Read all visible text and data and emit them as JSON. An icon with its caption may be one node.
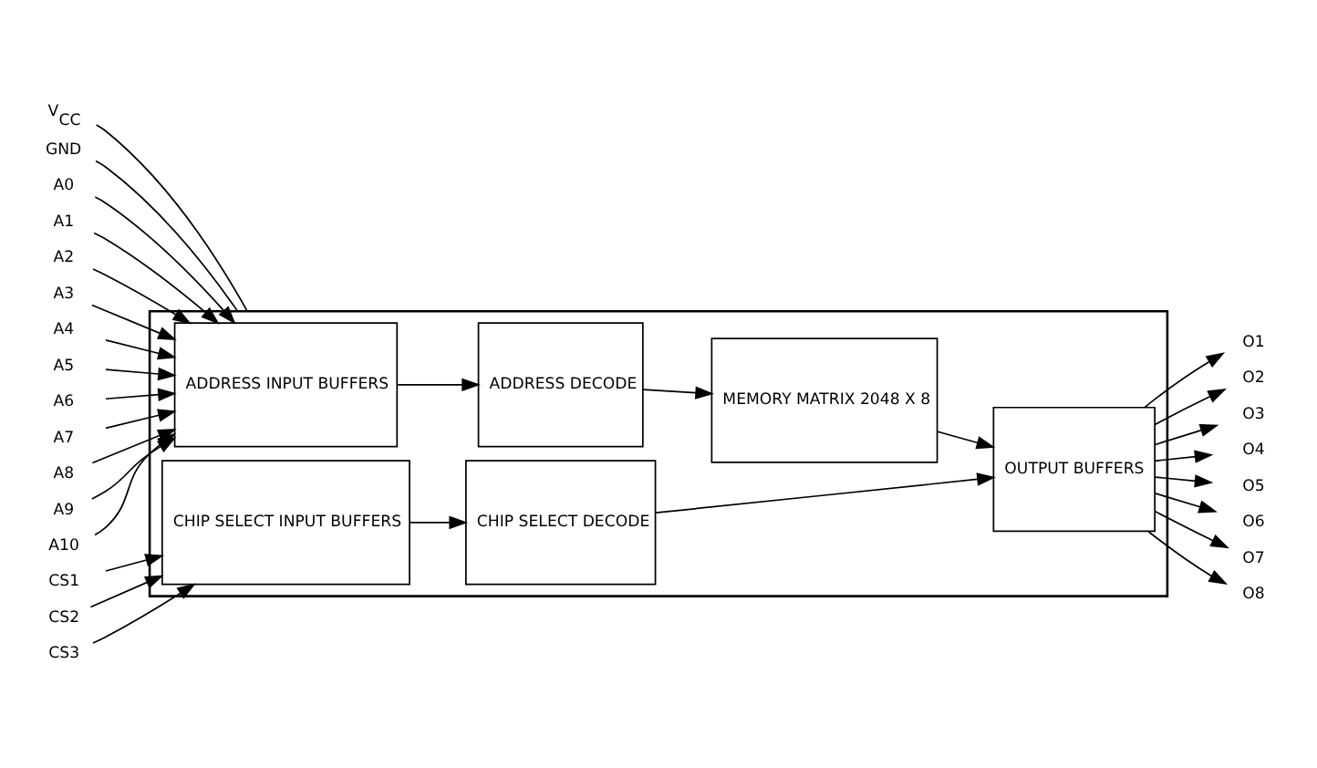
{
  "diagram": {
    "nodes": [
      {
        "text": [],
        "shape": "box"
      },
      {
        "text": [
          "ADDRESS INPUT BUFFERS"
        ],
        "in": 0
      },
      {
        "text": [
          "ADDRESS DECODE"
        ],
        "in": 0
      },
      {
        "text": [
          "MEMORY MATRIX 2048 X 8"
        ],
        "in": 0
      },
      {
        "text": [
          "OUTPUT BUFFERS"
        ],
        "in": 0
      },
      {
        "text": [
          "CHIP SELECT INPUT BUFFERS"
        ],
        "in": 0
      },
      {
        "text": [
          "CHIP SELECT DECODE"
        ],
        "in": 0
      },
      {
        "text": [
          "V$_{CC}$"
        ]
      },
      {
        "text": [
          "GND"
        ]
      },
      {
        "text": [
          "A0"
        ]
      },
      {
        "text": [
          "A1"
        ]
      },
      {
        "text": [
          "A2"
        ]
      },
      {
        "text": [
          "A3"
        ]
      },
      {
        "text": [
          "A4"
        ]
      },
      {
        "text": [
          "A5"
        ]
      },
      {
        "text": [
          "A6"
        ]
      },
      {
        "text": [
          "A7"
        ]
      },
      {
        "text": [
          "A8"
        ]
      },
      {
        "text": [
          "A9"
        ]
      },
      {
        "text": [
          "A10"
        ]
      },
      {
        "text": [
          "CS1"
        ]
      },
      {
        "text": [
          "CS2"
        ]
      },
      {
        "text": [
          "CS3"
        ]
      },
      {
        "text": [
          "O1"
        ]
      },
      {
        "text": [
          "O2"
        ]
      },
      {
        "text": [
          "O3"
        ]
      },
      {
        "text": [
          "O4"
        ]
      },
      {
        "text": [
          "O5"
        ]
      },
      {
        "text": [
          "O6"
        ]
      },
      {
        "text": [
          "O7"
        ]
      },
      {
        "text": [
          "O8"
        ]
      }
    ],
    "edges": [
      {
        "from": 9,
        "to": 1,
        "arrow": "to"
      },
      {
        "from": 10,
        "to": 1,
        "arrow": "to"
      },
      {
        "from": 11,
        "to": 1,
        "arrow": "to"
      },
      {
        "from": 12,
        "to": 1,
        "arrow": "to"
      },
      {
        "from": 13,
        "to": 1,
        "arrow": "to"
      },
      {
        "from": 14,
        "to": 1,
        "arrow": "to"
      },
      {
        "from": 15,
        "to": 1,
        "arrow": "to"
      },
      {
        "from": 16,
        "to": 1,
        "arrow": "to"
      },
      {
        "from": 17,
        "to": 1,
        "arrow": "to"
      },
      {
        "from": 18,
        "to": 1,
        "arrow": "to"
      },
      {
        "from": 19,
        "to": 1,
        "arrow": "to"
      },
      {
        "from": 20,
        "to": 5,
        "arrow": "to"
      },
      {
        "from": 21,
        "to": 5,
        "arrow": "to"
      },
      {
        "from": 22,
        "to": 5,
        "arrow": "to"
      },
      {
        "from": 1,
        "to": 2,
        "arrow": "to"
      },
      {
        "from": 2,
        "to": 3,
        "arrow": "to"
      },
      {
        "from": 3,
        "to": 4,
        "arrow": "to"
      },
      {
        "from": 5,
        "to": 6,
        "arrow": "to"
      },
      {
        "from": 6,
        "to": 4,
        "arrow": "to"
      },
      {
        "from": 4,
        "to": 23,
        "arrow": "to"
      },
      {
        "from": 4,
        "to": 24,
        "arrow": "to"
      },
      {
        "from": 4,
        "to": 25,
        "arrow": "to"
      },
      {
        "from": 4,
        "to": 26,
        "arrow": "to"
      },
      {
        "from": 4,
        "to": 27,
        "arrow": "to"
      },
      {
        "from": 4,
        "to": 28,
        "arrow": "to"
      },
      {
        "from": 4,
        "to": 29,
        "arrow": "to"
      },
      {
        "from": 4,
        "to": 30,
        "arrow": "to"
      },
      {
        "from": 7,
        "to": 0,
        "arrow": "none"
      },
      {
        "from": 8,
        "to": 0,
        "arrow": "none"
      }
    ]
  }
}
